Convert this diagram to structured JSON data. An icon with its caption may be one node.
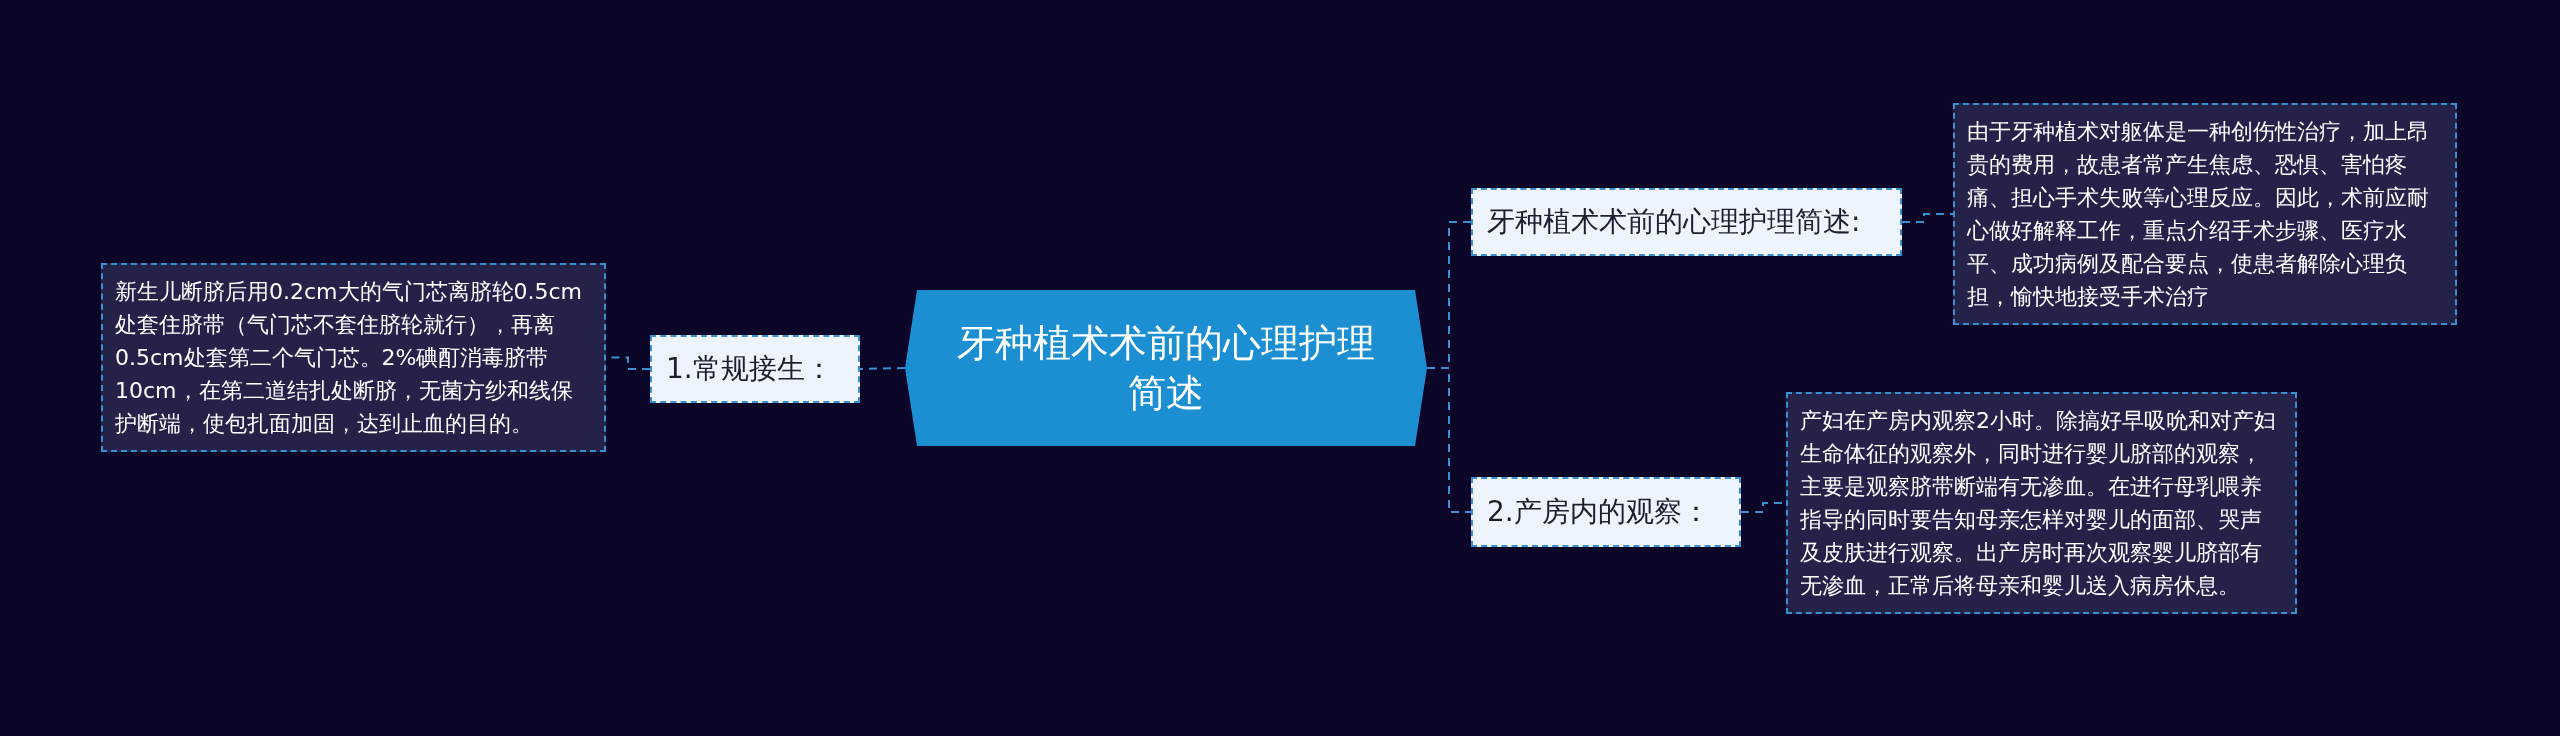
{
  "diagram": {
    "nodes": [
      {
        "text": [
          "牙种植术术前的心理护理简述"
        ]
      },
      {
        "text": [
          "1.常规接生："
        ]
      },
      {
        "text": [
          "新生儿断脐后用0.2cm大的气门芯离脐轮0.5cm处套住脐带（气门芯不套住脐轮就行），再离0.5cm处套第二个气门芯。2%碘酊消毒脐带10cm，在第二道结扎处断脐，无菌方纱和线保护断端，使包扎面加固，达到止血的目的。"
        ]
      },
      {
        "text": [
          "牙种植术术前的心理护理简述:"
        ]
      },
      {
        "text": [
          "由于牙种植术对躯体是一种创伤性治疗，加上昂贵的费用，故患者常产生焦虑、恐惧、害怕疼痛、担心手术失败等心理反应。因此，术前应耐心做好解释工作，重点介绍手术步骤、医疗水平、成功病例及配合要点，使患者解除心理负担，愉快地接受手术治疗"
        ]
      },
      {
        "text": [
          "2.产房内的观察："
        ]
      },
      {
        "text": [
          "产妇在产房内观察2小时。除搞好早吸吮和对产妇生命体征的观察外，同时进行婴儿脐部的观察，主要是观察脐带断端有无渗血。在进行母乳喂养指导的同时要告知母亲怎样对婴儿的面部、哭声及皮肤进行观察。出产房时再次观察婴儿脐部有无渗血，正常后将母亲和婴儿送入病房休息。"
        ]
      }
    ],
    "edges": [
      {
        "from": 0,
        "to": 1,
        "arrow": "none"
      },
      {
        "from": 1,
        "to": 2,
        "arrow": "none"
      },
      {
        "from": 0,
        "to": 3,
        "arrow": "none"
      },
      {
        "from": 3,
        "to": 4,
        "arrow": "none"
      },
      {
        "from": 0,
        "to": 5,
        "arrow": "none"
      },
      {
        "from": 5,
        "to": 6,
        "arrow": "none"
      }
    ]
  }
}
